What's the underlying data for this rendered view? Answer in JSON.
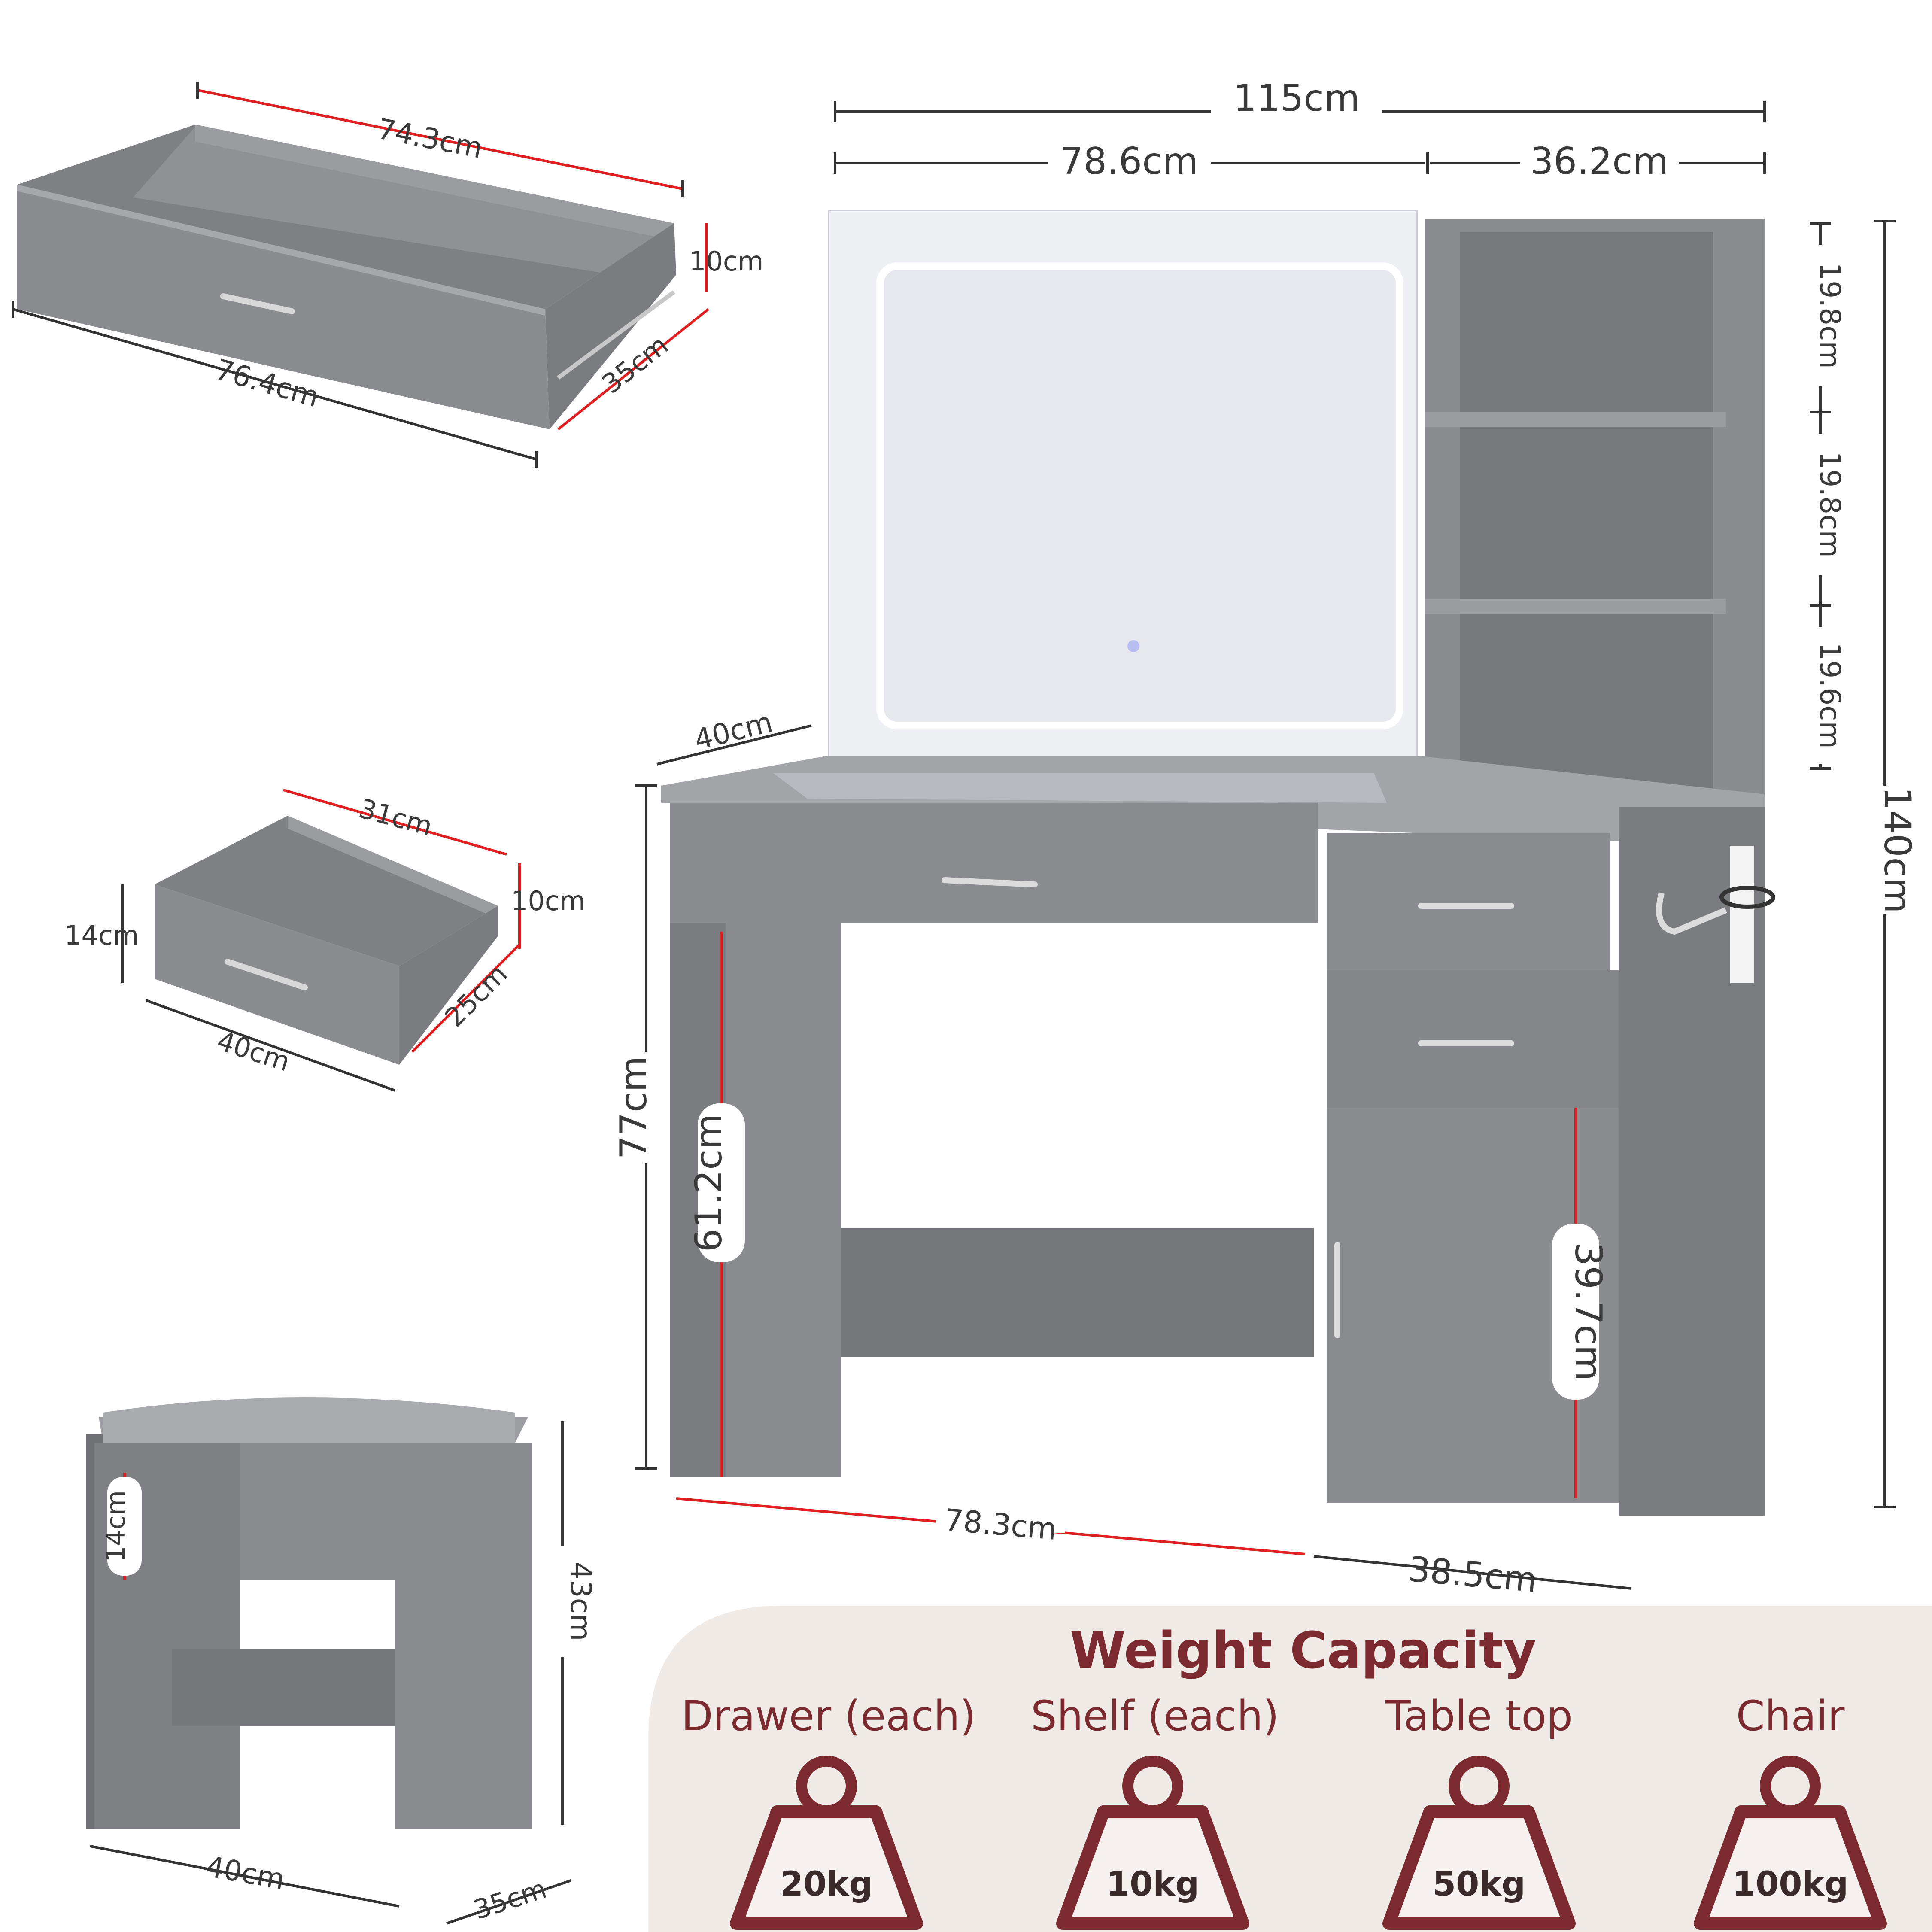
{
  "dimensions": {
    "drawer_large": {
      "width": "74.3cm",
      "front_width": "76.4cm",
      "height": "10cm",
      "depth": "35cm"
    },
    "drawer_small": {
      "width": "31cm",
      "front_width": "40cm",
      "front_height": "14cm",
      "height": "10cm",
      "depth": "25cm"
    },
    "stool": {
      "width": "40cm",
      "depth": "35cm",
      "height": "43cm",
      "seat_height": "14cm"
    },
    "vanity": {
      "total_width": "115cm",
      "mirror_width": "78.6cm",
      "shelf_width": "36.2cm",
      "shelf_heights": [
        "19.8cm",
        "19.8cm",
        "19.6cm"
      ],
      "total_height": "140cm",
      "desk_depth": "40cm",
      "desk_height": "77cm",
      "knee_height": "61.2cm",
      "cabinet_height": "39.7cm",
      "desk_width": "78.3cm",
      "cabinet_width": "38.5cm"
    }
  },
  "weight_capacity": {
    "title": "Weight Capacity",
    "items": [
      {
        "label": "Drawer (each)",
        "weight": "20kg"
      },
      {
        "label": "Shelf (each)",
        "weight": "10kg"
      },
      {
        "label": "Table top",
        "weight": "50kg"
      },
      {
        "label": "Chair",
        "weight": "100kg"
      }
    ]
  },
  "colors": {
    "furniture_gray": "#8a8c90",
    "furniture_dark": "#6f7175",
    "accent_red": "#e02020",
    "maroon": "#7b2b2f",
    "panel_bg": "#f1ebe8"
  }
}
